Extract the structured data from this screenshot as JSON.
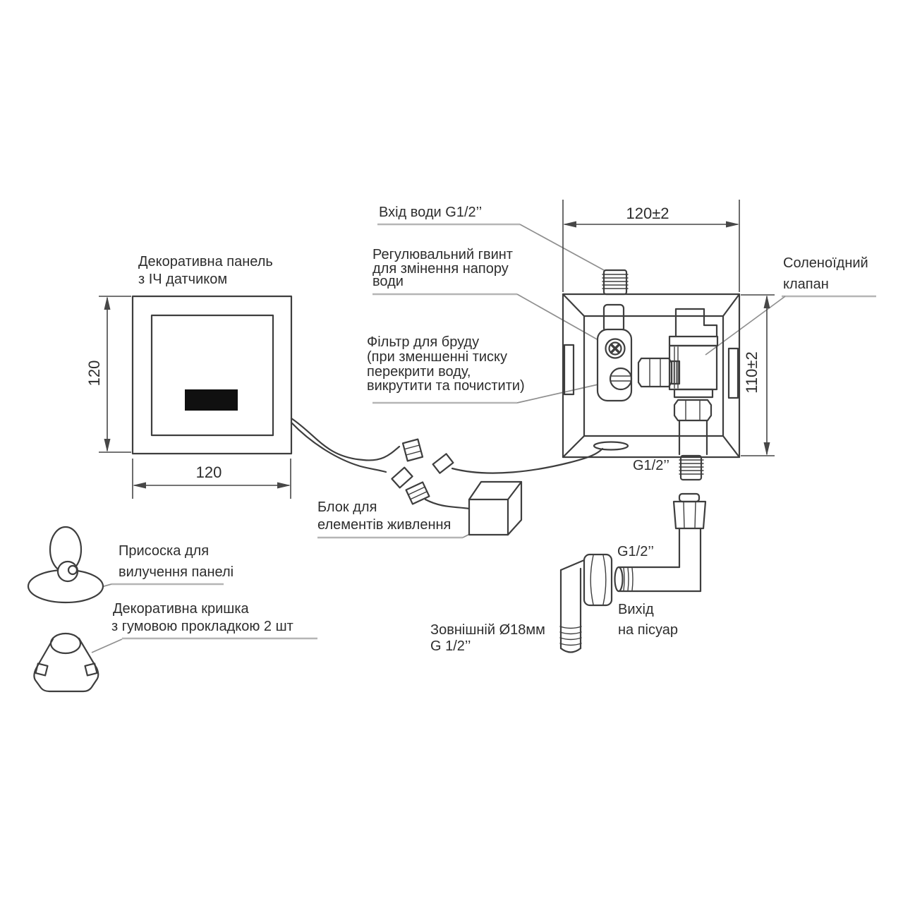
{
  "colors": {
    "background": "#ffffff",
    "line": "#3e3e3e",
    "text": "#2d2d2d",
    "dim": "#474747",
    "leader": "#8f8f8f",
    "underline": "#b5b5b5",
    "sensor": "#101010"
  },
  "panel": {
    "title1": "Декоративна панель",
    "title2": "з ІЧ датчиком",
    "dim_height": "120",
    "dim_width": "120"
  },
  "box": {
    "dim_width": "120±2",
    "dim_height": "110±2",
    "inlet_label": "Вхід води G1/2’’",
    "screw1": "Регулювальний гвинт",
    "screw2": "для змінення напору",
    "screw3": "води",
    "filter1": "Фільтр для бруду",
    "filter2": "(при зменшенні тиску",
    "filter3": "перекрити воду,",
    "filter4": "викрутити та почистити)",
    "solenoid1": "Соленоїдний",
    "solenoid2": "клапан",
    "outlet_thread": "G1/2’’"
  },
  "battery": {
    "label1": "Блок для",
    "label2": "елементів живлення"
  },
  "suction": {
    "label1": "Присоска для",
    "label2": "вилучення панелі"
  },
  "cap": {
    "label1": "Декоративна кришка",
    "label2": "з гумовою прокладкою 2 шт"
  },
  "elbow": {
    "thread": "G1/2’’",
    "outlet1": "Вихід",
    "outlet2": "на пісуар"
  },
  "pipe": {
    "spec1": "Зовнішній Ø18мм",
    "spec2": "G 1/2’’"
  }
}
